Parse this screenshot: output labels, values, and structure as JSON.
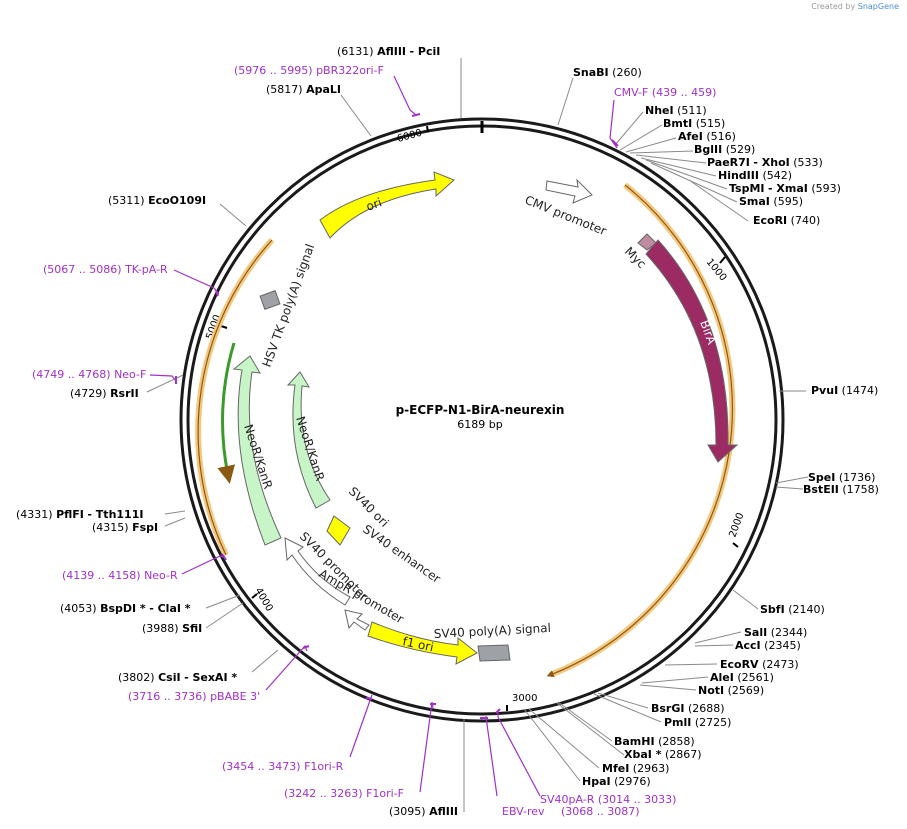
{
  "credit": {
    "prefix": "Created by",
    "brand": "SnapGene"
  },
  "plasmid": {
    "name": "p-ECFP-N1-BirA-neurexin",
    "size": "6189 bp"
  },
  "ticks": [
    "1000",
    "2000",
    "3000",
    "4000",
    "5000",
    "6000"
  ],
  "features": [
    {
      "name": "ori",
      "label": "ori",
      "color": "#ffff00"
    },
    {
      "name": "cmv-promoter",
      "label": "CMV promoter",
      "color": "#ffffff"
    },
    {
      "name": "myc",
      "label": "Myc",
      "color": "#c08aa0"
    },
    {
      "name": "bira",
      "label": "BirA",
      "color": "#9c2b63"
    },
    {
      "name": "hsv-tk-polya",
      "label": "HSV TK poly(A) signal",
      "color": "#9ea1a5"
    },
    {
      "name": "neor-kanr-outer",
      "label": "NeoR/KanR",
      "color": "#c8f5c8"
    },
    {
      "name": "neor-kanr-inner",
      "label": "NeoR/KanR",
      "color": "#c8f5c8"
    },
    {
      "name": "sv40-ori",
      "label": "SV40 ori",
      "color": "#ffff00"
    },
    {
      "name": "sv40-enhancer",
      "label": "SV40 enhancer",
      "color": "#ffff00"
    },
    {
      "name": "sv40-promoter",
      "label": "SV40 promoter",
      "color": "#ffffff"
    },
    {
      "name": "ampr-promoter",
      "label": "AmpR promoter",
      "color": "#ffffff"
    },
    {
      "name": "f1-ori",
      "label": "f1 ori",
      "color": "#ffff00"
    },
    {
      "name": "sv40-polya",
      "label": "SV40 poly(A) signal",
      "color": "#9ea1a5"
    }
  ],
  "sites": [
    {
      "name": "AflIII",
      "pos": "(6131)",
      "extra": "- PciI"
    },
    {
      "name": "ApaLI",
      "pos": "(5817)"
    },
    {
      "name": "EcoO109I",
      "pos": "(5311)"
    },
    {
      "name": "RsrII",
      "pos": "(4729)"
    },
    {
      "name": "PflFI",
      "pos": "(4331)",
      "extra": "- Tth111I"
    },
    {
      "name": "FspI",
      "pos": "(4315)"
    },
    {
      "name": "BspDI *",
      "pos": "(4053)",
      "extra": "- ClaI *"
    },
    {
      "name": "SfiI",
      "pos": "(3988)"
    },
    {
      "name": "CsiI",
      "pos": "(3802)",
      "extra": "- SexAI *"
    },
    {
      "name": "AflIII",
      "pos": "(3095)"
    },
    {
      "name": "SnaBI",
      "pos": "(260)"
    },
    {
      "name": "NheI",
      "pos": "(511)"
    },
    {
      "name": "BmtI",
      "pos": "(515)"
    },
    {
      "name": "AfeI",
      "pos": "(516)"
    },
    {
      "name": "BglII",
      "pos": "(529)"
    },
    {
      "name": "PaeR7I",
      "pos": "(533)",
      "extra": "- XhoI"
    },
    {
      "name": "HindIII",
      "pos": "(542)"
    },
    {
      "name": "TspMI",
      "pos": "(593)",
      "extra": "- XmaI"
    },
    {
      "name": "SmaI",
      "pos": "(595)"
    },
    {
      "name": "EcoRI",
      "pos": "(740)"
    },
    {
      "name": "PvuI",
      "pos": "(1474)"
    },
    {
      "name": "SpeI",
      "pos": "(1736)"
    },
    {
      "name": "BstEII",
      "pos": "(1758)"
    },
    {
      "name": "SbfI",
      "pos": "(2140)"
    },
    {
      "name": "SalI",
      "pos": "(2344)"
    },
    {
      "name": "AccI",
      "pos": "(2345)"
    },
    {
      "name": "EcoRV",
      "pos": "(2473)"
    },
    {
      "name": "AleI",
      "pos": "(2561)"
    },
    {
      "name": "NotI",
      "pos": "(2569)"
    },
    {
      "name": "BsrGI",
      "pos": "(2688)"
    },
    {
      "name": "PmlI",
      "pos": "(2725)"
    },
    {
      "name": "BamHI",
      "pos": "(2858)"
    },
    {
      "name": "XbaI *",
      "pos": "(2867)"
    },
    {
      "name": "MfeI",
      "pos": "(2963)"
    },
    {
      "name": "HpaI",
      "pos": "(2976)"
    }
  ],
  "primers": [
    {
      "name": "pBR322ori-F",
      "range": "(5976 .. 5995)"
    },
    {
      "name": "CMV-F",
      "range": "(439 .. 459)"
    },
    {
      "name": "TK-pA-R",
      "range": "(5067 .. 5086)"
    },
    {
      "name": "Neo-F",
      "range": "(4749 .. 4768)"
    },
    {
      "name": "Neo-R",
      "range": "(4139 .. 4158)"
    },
    {
      "name": "pBABE 3'",
      "range": "(3716 .. 3736)"
    },
    {
      "name": "F1ori-R",
      "range": "(3454 .. 3473)"
    },
    {
      "name": "F1ori-F",
      "range": "(3242 .. 3263)"
    },
    {
      "name": "EBV-rev",
      "range": ""
    },
    {
      "name": "SV40pA-R",
      "range": "(3014 .. 3033)"
    },
    {
      "name": "",
      "range": "(3068 .. 3087)"
    }
  ],
  "colors": {
    "backbone": "#1a1a1a",
    "orf": "#f5c77e",
    "orf_dark": "#8a5a14",
    "primer": "#a030c8",
    "neo_orf": "#3a9a2a"
  }
}
